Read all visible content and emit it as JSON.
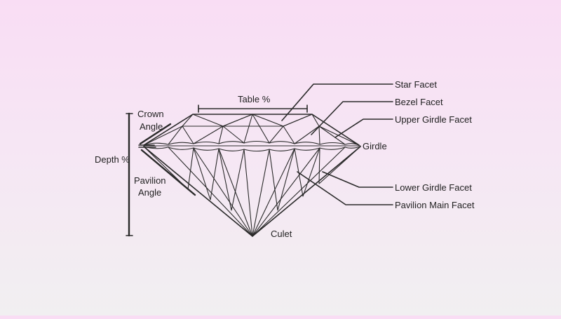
{
  "diagram": {
    "labels": {
      "table": "Table %",
      "crown_angle_1": "Crown",
      "crown_angle_2": "Angle",
      "depth": "Depth %",
      "pavilion_angle_1": "Pavilion",
      "pavilion_angle_2": "Angle",
      "culet": "Culet",
      "girdle": "Girdle",
      "star_facet": "Star Facet",
      "bezel_facet": "Bezel Facet",
      "upper_girdle_facet": "Upper Girdle Facet",
      "lower_girdle_facet": "Lower Girdle Facet",
      "pavilion_main_facet": "Pavilion Main Facet"
    },
    "colors": {
      "line": "#2a2a2a",
      "text": "#1f1f1f",
      "bg_top": "#f9ddf4",
      "bg_bottom": "#f1eff1"
    }
  }
}
